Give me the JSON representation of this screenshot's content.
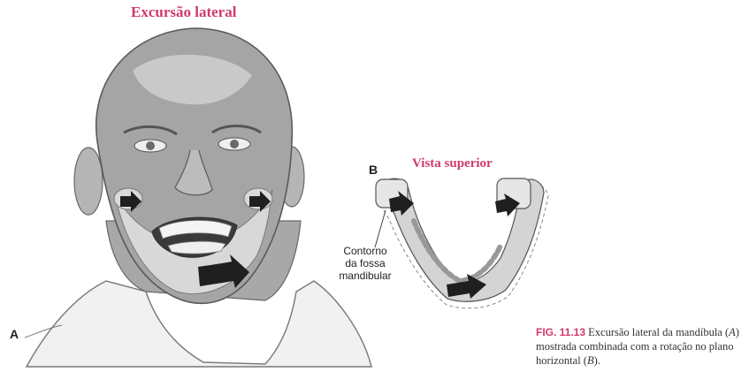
{
  "figure": {
    "title_a": "Excursão lateral",
    "title_b": "Vista superior",
    "panel_a": "A",
    "panel_b": "B",
    "fossa_label": [
      "Contorno",
      "da fossa",
      "mandibular"
    ],
    "caption": {
      "fig_number": "FIG. 11.13",
      "part1": " Excursão lateral da mandí­bula (",
      "a": "A",
      "part2": ") mostrada combinada com a rotação no plano horizontal (",
      "b": "B",
      "part3": ")."
    }
  },
  "colors": {
    "accent": "#d03a6a",
    "arrow": "#1f1f1f",
    "skin_dark": "#9a9a9a",
    "skin_mid": "#bdbdbd",
    "skin_light": "#dcdcdc"
  }
}
